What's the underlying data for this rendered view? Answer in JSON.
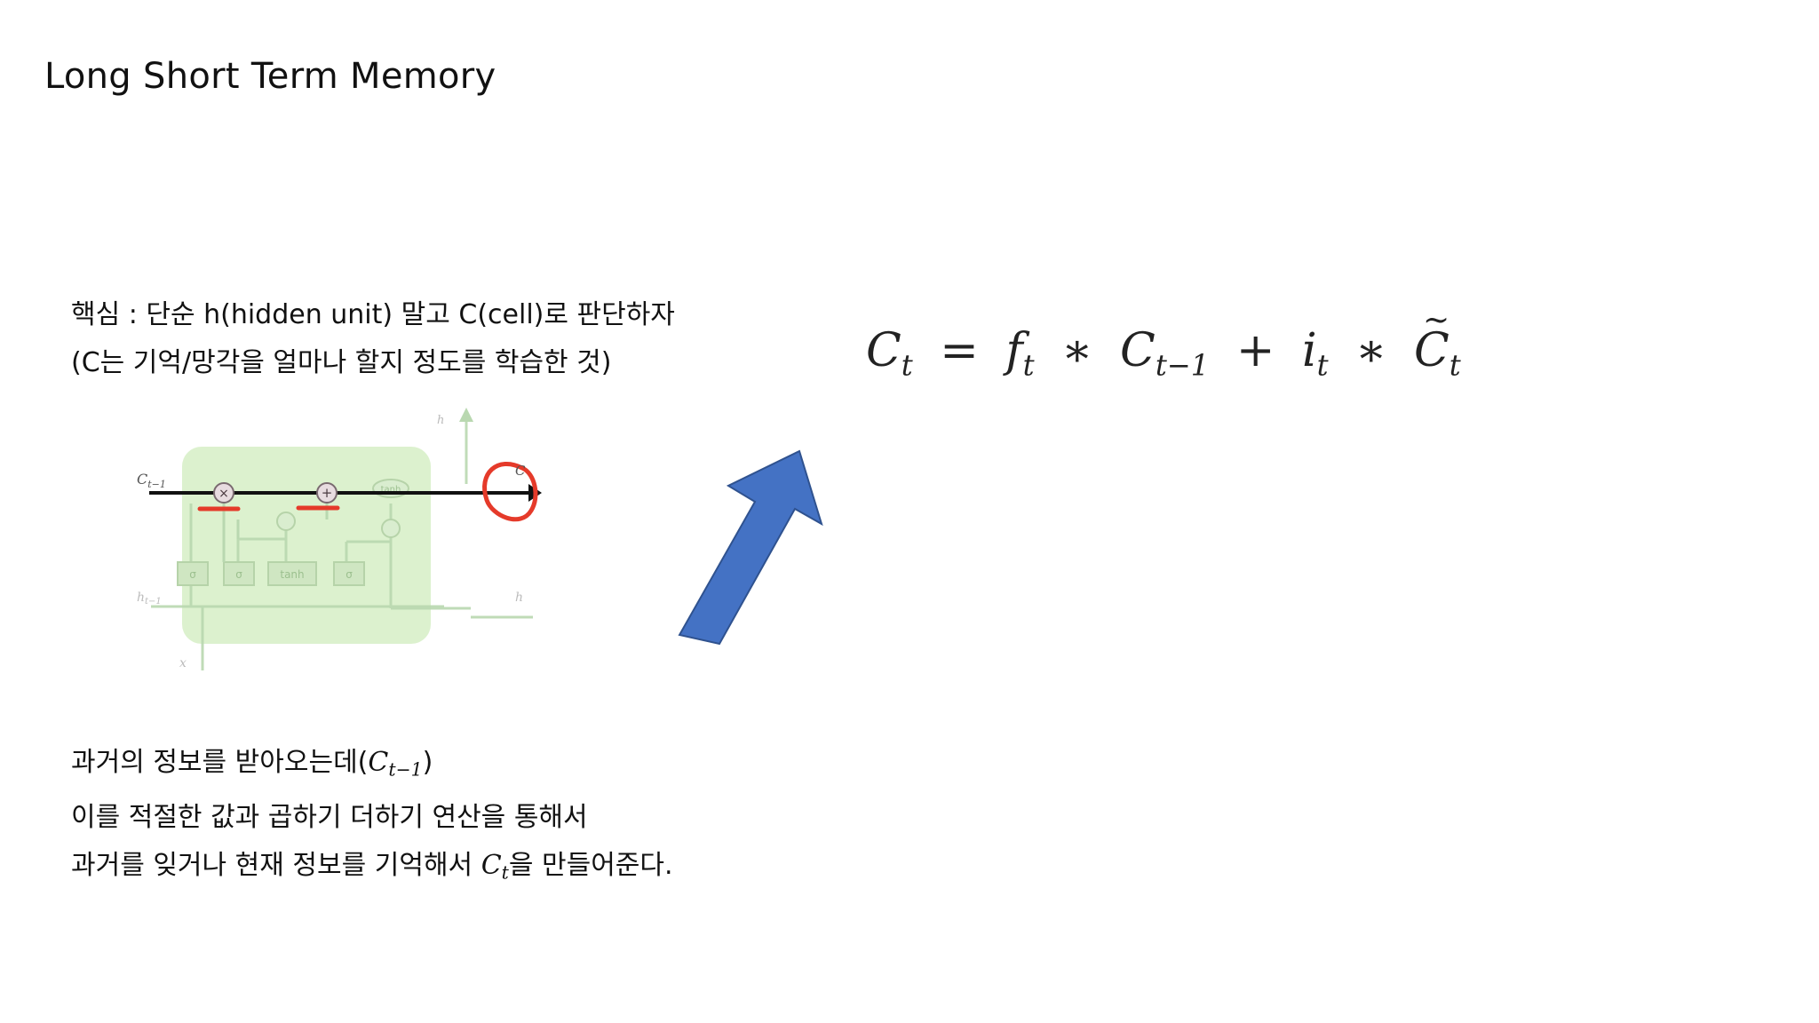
{
  "slide": {
    "title": "Long Short Term Memory",
    "top_text": {
      "line1": "핵심 : 단순 h(hidden unit) 말고 C(cell)로 판단하자",
      "line2": "(C는 기억/망각을 얼마나 할지 정도를 학습한 것)"
    },
    "bottom_text": {
      "line1_pre": "과거의 정보를 받아오는데(",
      "line1_var": "C",
      "line1_sub": "t−1",
      "line1_post": ")",
      "line2": "이를 적절한  값과 곱하기 더하기 연산을 통해서",
      "line3_pre": "과거를 잊거나 현재 정보를 기억해서 ",
      "line3_var": "C",
      "line3_sub": "t",
      "line3_post": "을 만들어준다."
    },
    "formula": {
      "lhs": "C",
      "lhs_sub": "t",
      "eq": "=",
      "f": "f",
      "f_sub": "t",
      "mul1": "∗",
      "c_prev": "C",
      "c_prev_sub": "t−1",
      "plus": "+",
      "i": "i",
      "i_sub": "t",
      "mul2": "∗",
      "c_tilde": "C",
      "c_tilde_sub": "t"
    },
    "diagram": {
      "label_cprev": "C",
      "label_cprev_sub": "t−1",
      "label_ct": "C",
      "label_ht_top": "h",
      "label_hprev": "h",
      "label_hprev_sub": "t−1",
      "label_ht_right": "h",
      "label_xt": "x",
      "gate_labels": [
        "σ",
        "σ",
        "tanh",
        "σ"
      ],
      "tanh_label": "tanh"
    },
    "colors": {
      "arrow_fill": "#4472C4",
      "arrow_stroke": "#2F528F",
      "cell_fill": "#D6EEC6",
      "highlight_red": "#E53A2A"
    }
  }
}
